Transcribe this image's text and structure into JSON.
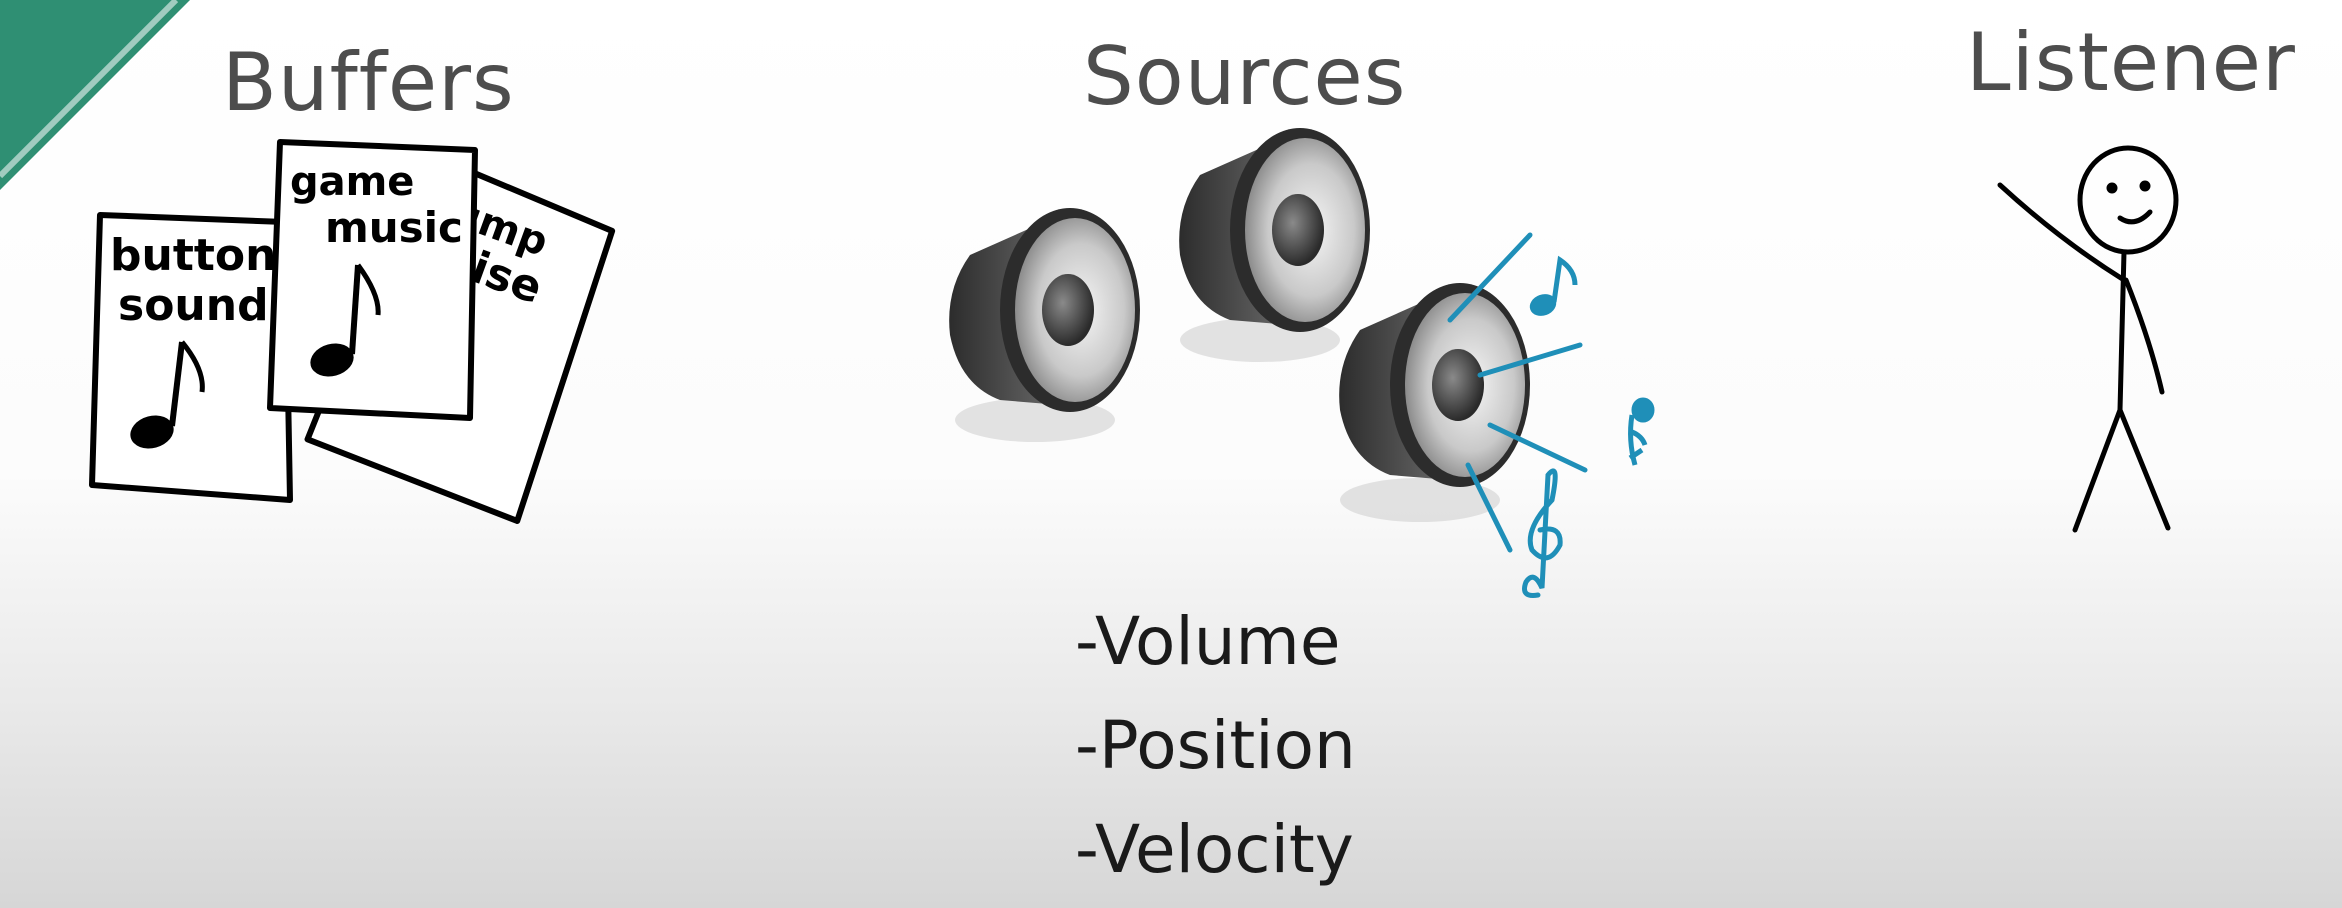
{
  "headings": {
    "buffers": "Buffers",
    "sources": "Sources",
    "listener": "Listener"
  },
  "buffers": {
    "pages": [
      {
        "line1": "button",
        "line2": "sound"
      },
      {
        "line1": "game",
        "line2": "music"
      },
      {
        "line1": "jump",
        "line2": "noise"
      }
    ]
  },
  "source_properties": [
    "-Volume",
    "-Position",
    "-Velocity"
  ],
  "colors": {
    "ribbon": "#2f8f73",
    "heading_text": "#4d4d4d",
    "body_text": "#1a1a1a",
    "sound_waves": "#1f8fb8",
    "speaker_body": "#3a3a3a"
  },
  "icons": [
    "corner-ribbon",
    "sheet-music-page",
    "music-note-icon",
    "speaker-icon",
    "treble-clef-icon",
    "stick-figure-icon"
  ]
}
